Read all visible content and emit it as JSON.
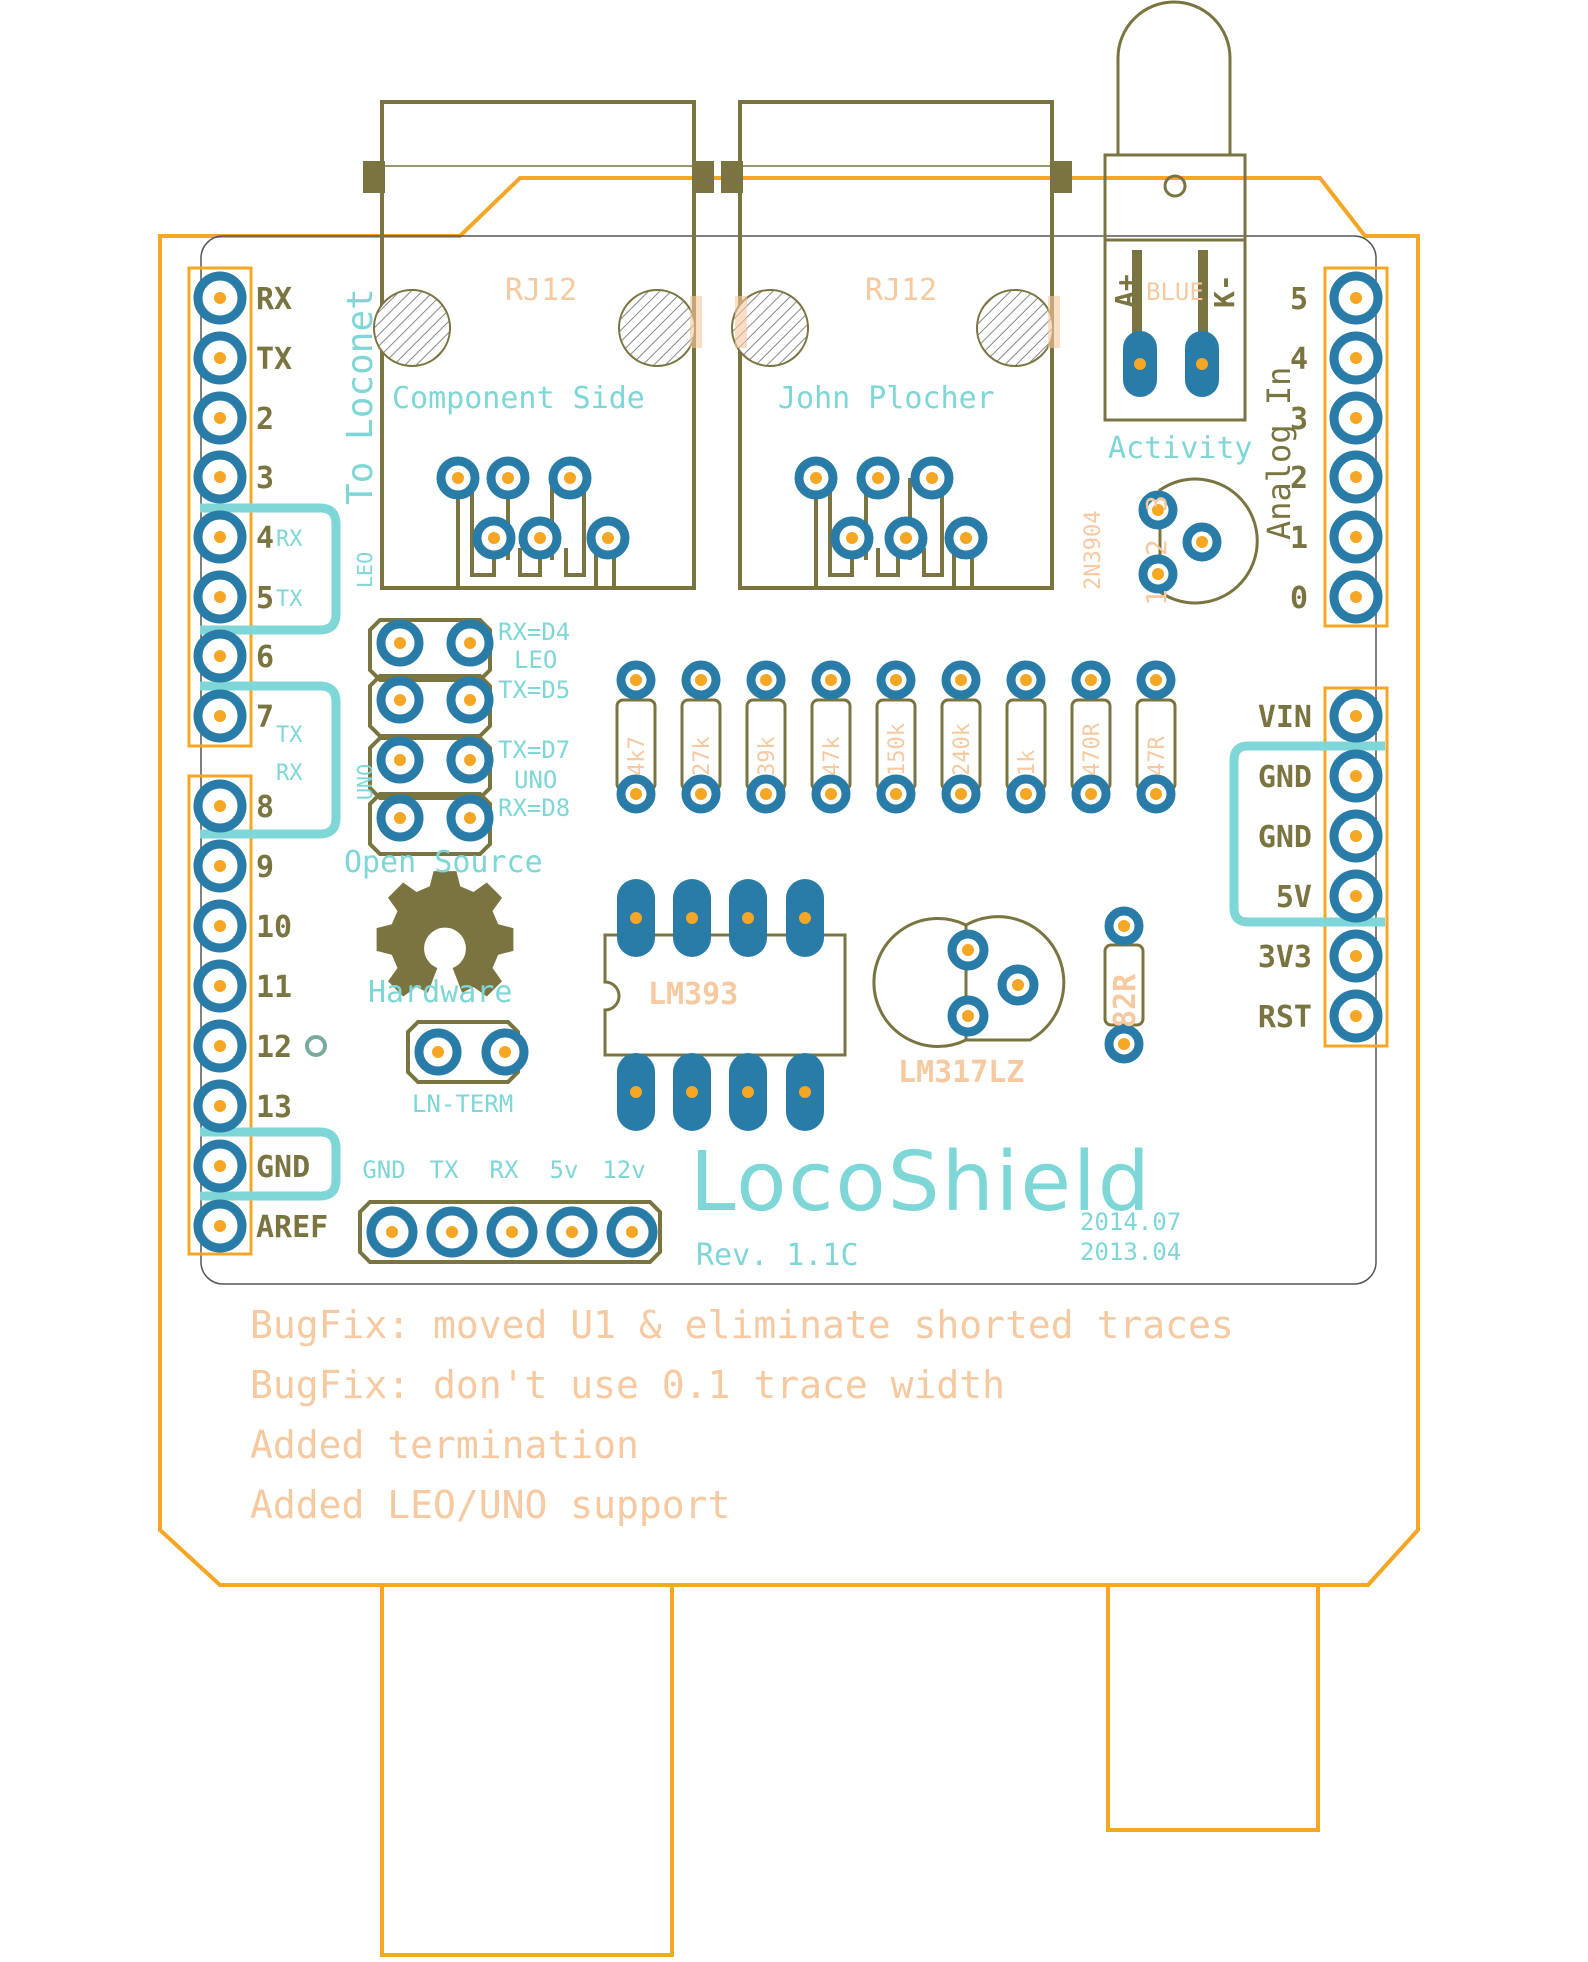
{
  "colors": {
    "outline": "#f5a623",
    "silk": "#7a7440",
    "pad_ring": "#2a7ca8",
    "drill": "#f5a623",
    "cyan": "#7ed6d6",
    "peach": "#f6c9a0"
  },
  "connectors": {
    "left_pins": [
      "RX",
      "TX",
      "2",
      "3",
      "4",
      "5",
      "6",
      "7",
      "8",
      "9",
      "10",
      "11",
      "12",
      "13",
      "GND",
      "AREF"
    ],
    "right_analog": [
      "5",
      "4",
      "3",
      "2",
      "1",
      "0"
    ],
    "right_power": [
      "VIN",
      "GND",
      "GND",
      "5V",
      "3V3",
      "RST"
    ],
    "analog_title": "Analog In",
    "leo_rx": "RX",
    "leo_tx": "TX",
    "leo_tag": "LEO",
    "uno_tx": "TX",
    "uno_rx": "RX",
    "uno_tag": "UNO",
    "bottom_header": [
      "GND",
      "TX",
      "RX",
      "5v",
      "12v"
    ]
  },
  "jumpers": {
    "rx_d4": "RX=D4",
    "leo": "LEO",
    "tx_d5": "TX=D5",
    "tx_d7": "TX=D7",
    "uno": "UNO",
    "rx_d8": "RX=D8"
  },
  "rj12": {
    "left_name": "RJ12",
    "right_name": "RJ12",
    "left_caption": "Component Side",
    "right_caption": "John Plocher",
    "to_loconet": "To Loconet"
  },
  "led": {
    "anode": "A+",
    "cathode": "K-",
    "color": "BLUE",
    "label": "Activity"
  },
  "transistor": {
    "name": "2N3904",
    "pin1": "1",
    "pin2": "2",
    "pin3": "3"
  },
  "resistors": [
    "4k7",
    "27k",
    "39k",
    "47k",
    "150k",
    "240k",
    "1k",
    "470R",
    "47R"
  ],
  "r_82": "82R",
  "ic": "LM393",
  "regulator": "LM317LZ",
  "ln_term": "LN-TERM",
  "open_source": "Open Source",
  "hardware": "Hardware",
  "logo_text": "LocoShield",
  "revision": "Rev. 1.1C",
  "dates": [
    "2014.07",
    "2013.04"
  ],
  "notes": [
    "BugFix: moved U1 & eliminate shorted traces",
    "BugFix: don't use 0.1 trace width",
    "Added termination",
    "Added LEO/UNO support"
  ]
}
